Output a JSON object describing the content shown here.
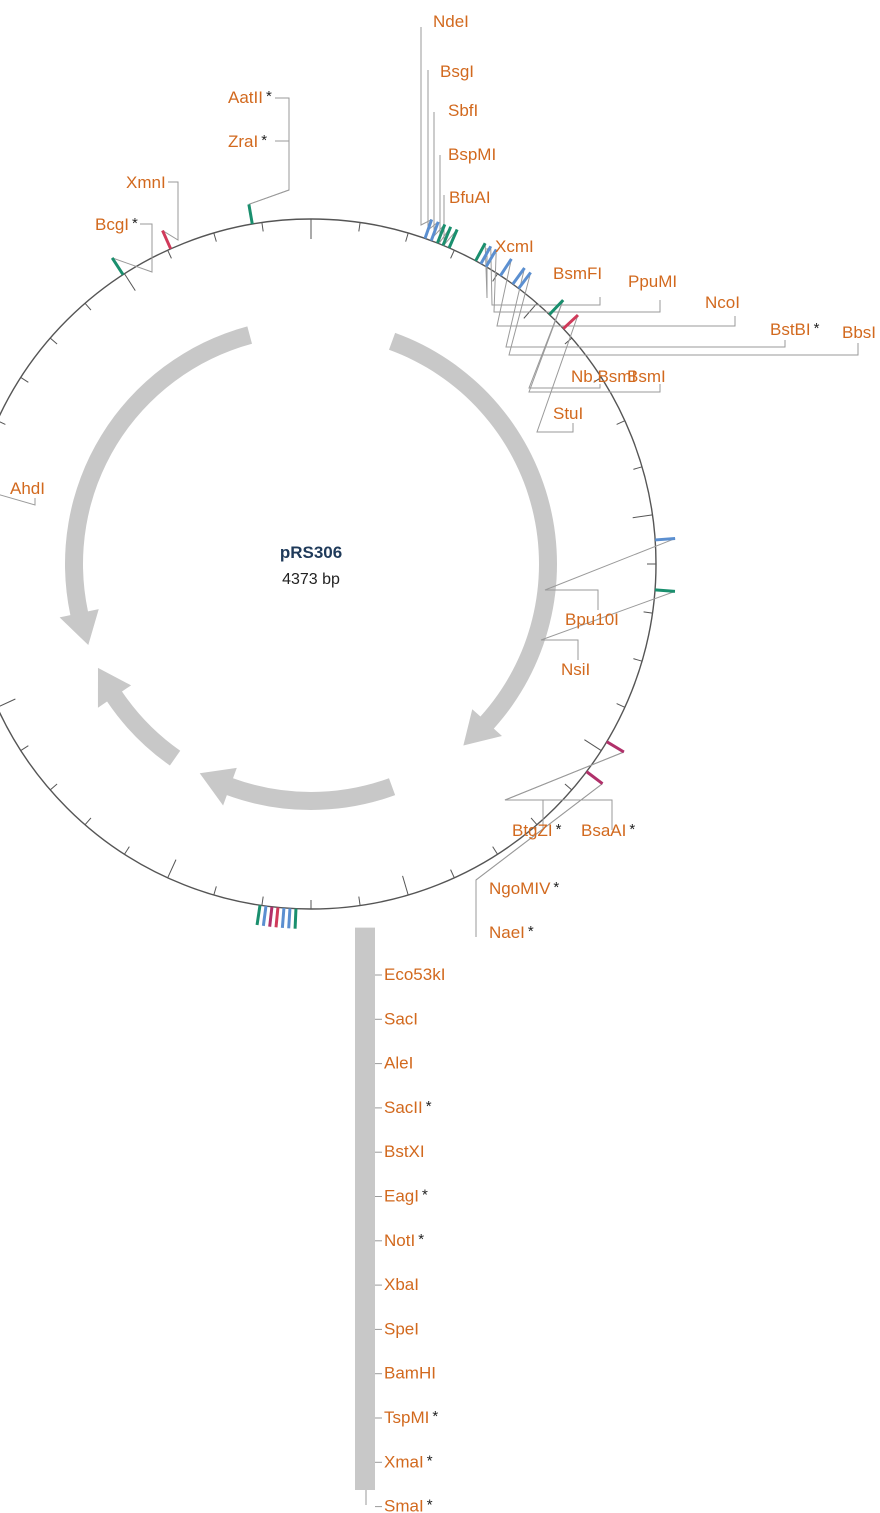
{
  "plasmid": {
    "name": "pRS306",
    "size": "4373 bp"
  },
  "colors": {
    "label": "#d2691e",
    "leader": "#9a9a9a",
    "backbone": "#555555",
    "feature": "#c8c8c8",
    "green": "#1a8f6e",
    "blue": "#5b8fd0",
    "red": "#d03a5a",
    "magenta": "#b0306a"
  },
  "sites": [
    {
      "name": "NdeI",
      "star": "",
      "color": "blue"
    },
    {
      "name": "BsgI",
      "star": "",
      "color": "blue"
    },
    {
      "name": "SbfI",
      "star": "",
      "color": "green"
    },
    {
      "name": "BspMI",
      "star": "",
      "color": "green"
    },
    {
      "name": "BfuAI",
      "star": "",
      "color": "green"
    },
    {
      "name": "AatII",
      "star": "*",
      "color": "green"
    },
    {
      "name": "ZraI",
      "star": "*",
      "color": "green"
    },
    {
      "name": "XmnI",
      "star": "",
      "color": "red"
    },
    {
      "name": "BcgI",
      "star": "*",
      "color": "green"
    },
    {
      "name": "XcmI",
      "star": "",
      "color": "green"
    },
    {
      "name": "BsmFI",
      "star": "",
      "color": "blue"
    },
    {
      "name": "PpuMI",
      "star": "",
      "color": "blue"
    },
    {
      "name": "NcoI",
      "star": "",
      "color": "blue"
    },
    {
      "name": "BstBI",
      "star": "*",
      "color": "blue"
    },
    {
      "name": "BbsI",
      "star": "",
      "color": "blue"
    },
    {
      "name": "Nb.BsmI",
      "star": "",
      "color": "green"
    },
    {
      "name": "BsmI",
      "star": "",
      "color": "green"
    },
    {
      "name": "StuI",
      "star": "",
      "color": "red"
    },
    {
      "name": "AhdI",
      "star": "",
      "color": "green"
    },
    {
      "name": "Bpu10I",
      "star": "",
      "color": "blue"
    },
    {
      "name": "NsiI",
      "star": "",
      "color": "green"
    },
    {
      "name": "BtgZI",
      "star": "*",
      "color": "magenta"
    },
    {
      "name": "BsaAI",
      "star": "*",
      "color": "magenta"
    },
    {
      "name": "NgoMIV",
      "star": "*",
      "color": "magenta"
    },
    {
      "name": "NaeI",
      "star": "*",
      "color": "magenta"
    }
  ],
  "mcs_sites": [
    {
      "name": "Eco53kI",
      "star": ""
    },
    {
      "name": "SacI",
      "star": ""
    },
    {
      "name": "AleI",
      "star": ""
    },
    {
      "name": "SacII",
      "star": "*"
    },
    {
      "name": "BstXI",
      "star": ""
    },
    {
      "name": "EagI",
      "star": "*"
    },
    {
      "name": "NotI",
      "star": "*"
    },
    {
      "name": "XbaI",
      "star": ""
    },
    {
      "name": "SpeI",
      "star": ""
    },
    {
      "name": "BamHI",
      "star": ""
    },
    {
      "name": "TspMI",
      "star": "*"
    },
    {
      "name": "XmaI",
      "star": "*"
    },
    {
      "name": "SmaI",
      "star": "*"
    }
  ]
}
